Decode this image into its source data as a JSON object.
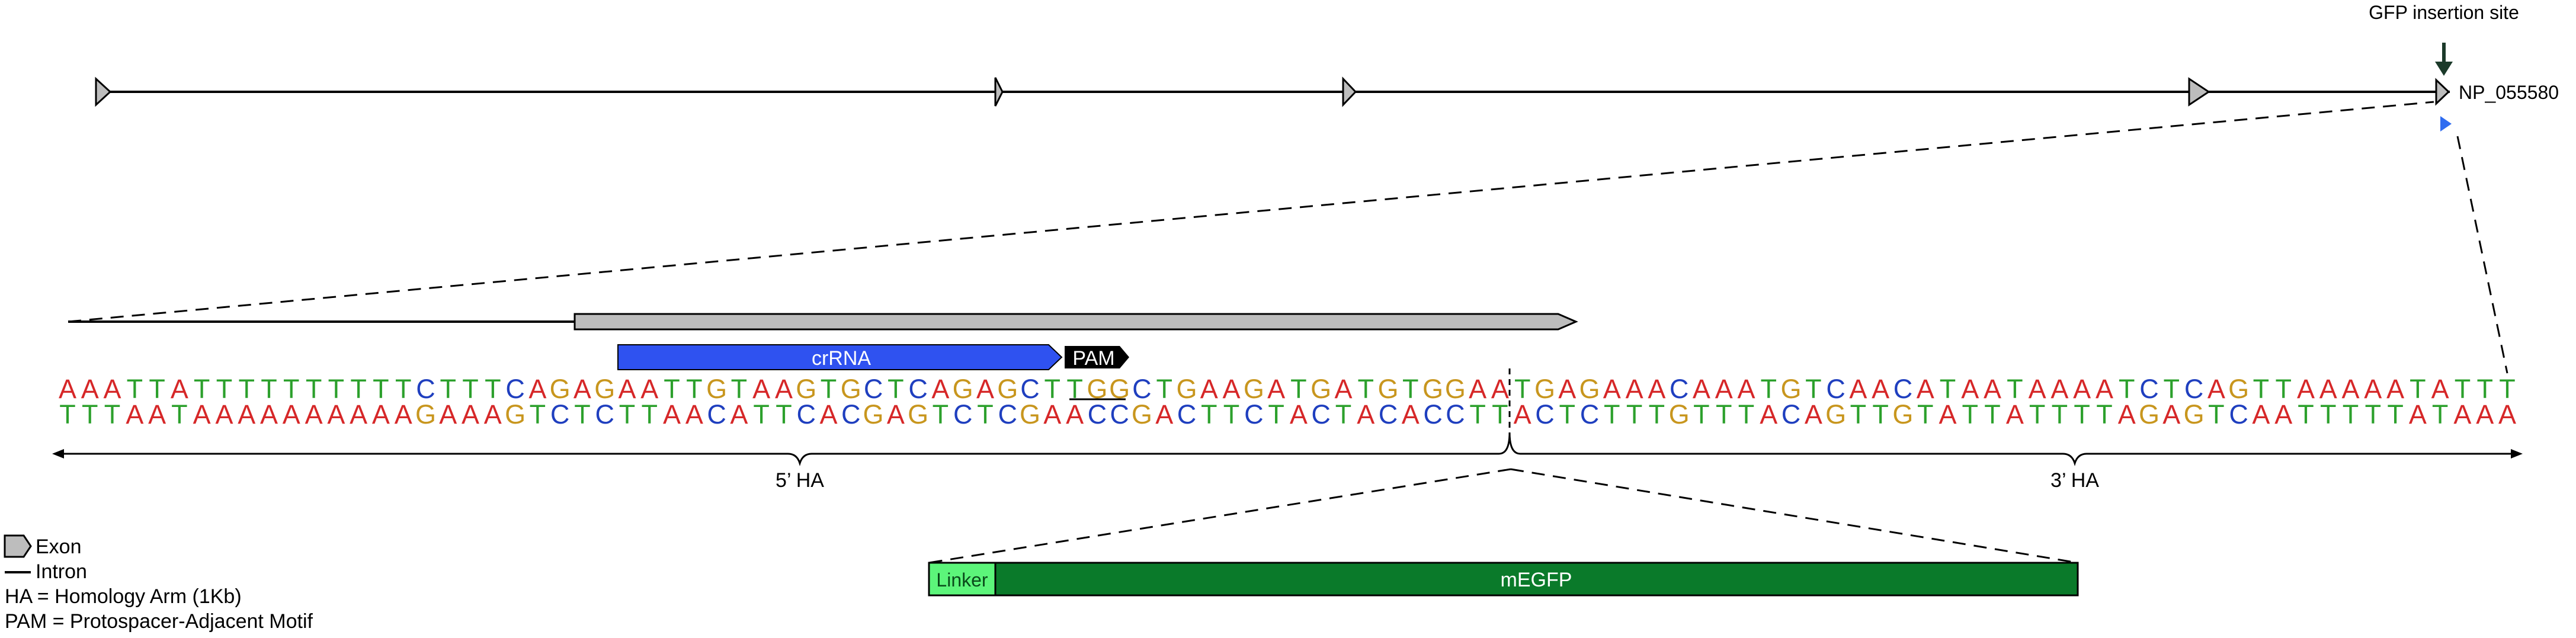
{
  "gene_map": {
    "gfp_site_label": "GFP insertion site",
    "transcript_id": "NP_055580"
  },
  "annotations": {
    "crrna_label": "crRNA",
    "pam_label": "PAM",
    "linker_label": "Linker",
    "megfp_label": "mEGFP",
    "left_arm_label": "5’ HA",
    "right_arm_label": "3’ HA"
  },
  "sequence": {
    "top_strand": "AAATTATTTTTTTTTTCTTTCAGAGAATTGTAAGTGCTCAGAGCTTGGCTGAAGATGATGTGGAATGAGAAACAAATGTCAACATAATAAAATCTCAGTTAAAAATATTT",
    "bottom_strand": "TTTAATAAAAAAAAAAGAAAGTCTCTTAACATTCACGAGTCTCGAACCGACTTCTACTACACCTTACTCTTTGTTTACAGTTGTATTATTTTAGAGTCAATTTTTATAAA"
  },
  "legend": {
    "exon_label": "Exon",
    "intron_label": "Intron",
    "ha_definition": "HA = Homology Arm (1Kb)",
    "pam_definition": "PAM = Protospacer-Adjacent Motif"
  },
  "colors": {
    "A": "#d62728",
    "T": "#2ca02c",
    "C": "#1f3fbf",
    "G": "#c8961e",
    "exon_fill": "#bdbdbd",
    "crrna_fill": "#2f52f0",
    "pam_fill": "#000000",
    "linker_fill": "#5cf57a",
    "megfp_fill": "#0a7a2a",
    "arrow_dark": "#1b3a2a",
    "marker_blue": "#2f6cf0"
  }
}
